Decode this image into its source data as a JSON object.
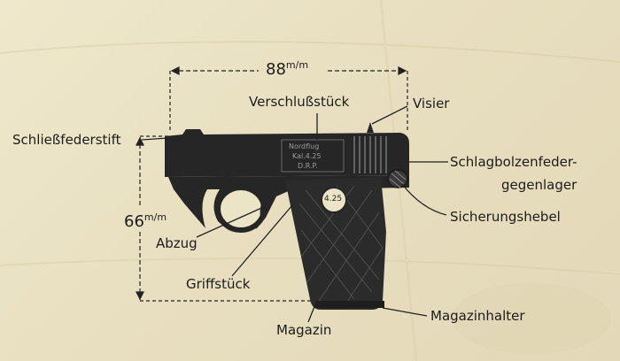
{
  "dimensions": {
    "length": {
      "number": "88",
      "unit": "m/m"
    },
    "height": {
      "number": "66",
      "unit": "m/m"
    }
  },
  "labels": {
    "verschlussstueck": "Verschlußstück",
    "visier": "Visier",
    "schliessfederstift": "Schließfederstift",
    "schlagbolzenfeder_line1": "Schlagbolzenfeder-",
    "schlagbolzenfeder_line2": "gegenlager",
    "sicherungshebel": "Sicherungshebel",
    "abzug": "Abzug",
    "griffstueck": "Griffstück",
    "magazin": "Magazin",
    "magazinhalter": "Magazinhalter"
  },
  "slide_stamp": [
    "Nordflug",
    "Kal.4.25",
    "D.R.P."
  ],
  "grip_medallion": "4.25",
  "colors": {
    "paper": "#ece4c7",
    "ink": "#1c1c1c",
    "gun": "#262626"
  }
}
